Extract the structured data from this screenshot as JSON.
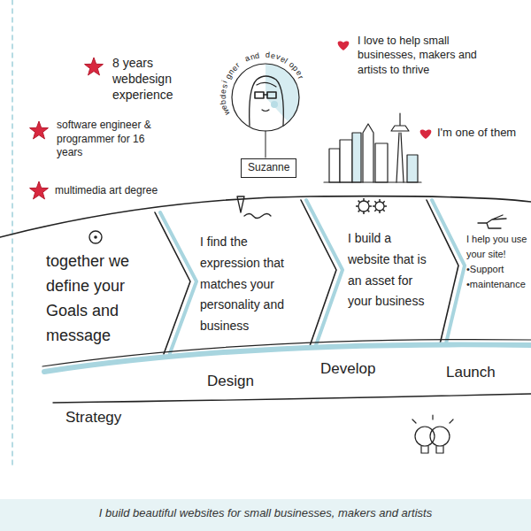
{
  "diagram": {
    "caption": "I build beautiful websites for small businesses, makers and artists",
    "nodes": [
      {
        "text": [
          "Suzanne"
        ]
      },
      {
        "text": [
          "together we define your Goals and message"
        ]
      },
      {
        "text": [
          "I find the expression that matches your personality and business"
        ]
      },
      {
        "text": [
          "I build a website that is an asset for your business"
        ]
      },
      {
        "text": [
          "I help you use your site!",
          "•Support",
          "•maintenance"
        ]
      }
    ],
    "labels": [
      "8 years webdesign experience",
      "software engineer & programmer for 16 years",
      "multimedia art degree",
      "webdesigner and developer",
      "I love to help small businesses, makers and artists to thrive",
      "I'm one of them",
      "Strategy",
      "Design",
      "Develop",
      "Launch"
    ]
  }
}
